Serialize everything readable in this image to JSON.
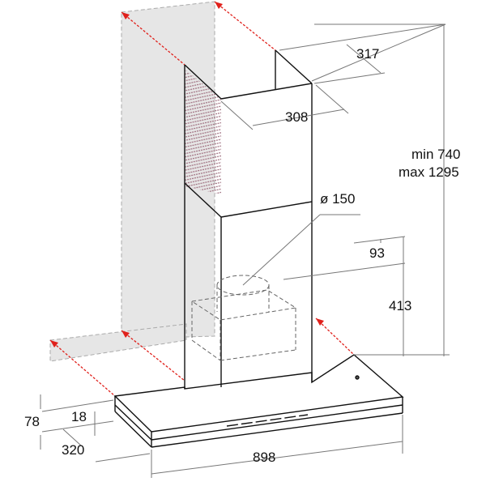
{
  "dimensions": {
    "depth_top": "317",
    "width_chimney": "308",
    "height_min": "min 740",
    "height_max": "max 1295",
    "outlet_diameter": "ø 150",
    "outlet_offset": "93",
    "outlet_height": "413",
    "hood_height": "78",
    "glass_height": "18",
    "hood_depth": "320",
    "hood_width": "898"
  },
  "colors": {
    "arrow": "#e0201b",
    "wall": "#e6e6e6",
    "line": "#111111",
    "dim": "#777777"
  }
}
